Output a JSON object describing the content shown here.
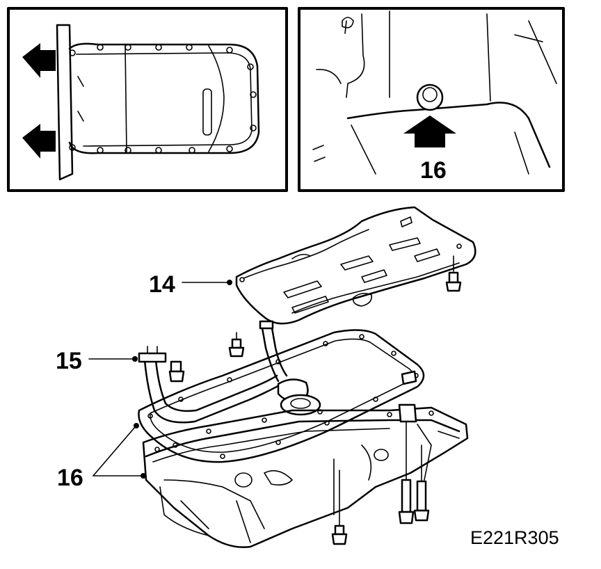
{
  "callouts": {
    "c14": "14",
    "c15": "15",
    "c16_main": "16",
    "c16_inset": "16"
  },
  "figure_code": "E221R305",
  "colors": {
    "ink": "#000000",
    "paper": "#ffffff"
  }
}
